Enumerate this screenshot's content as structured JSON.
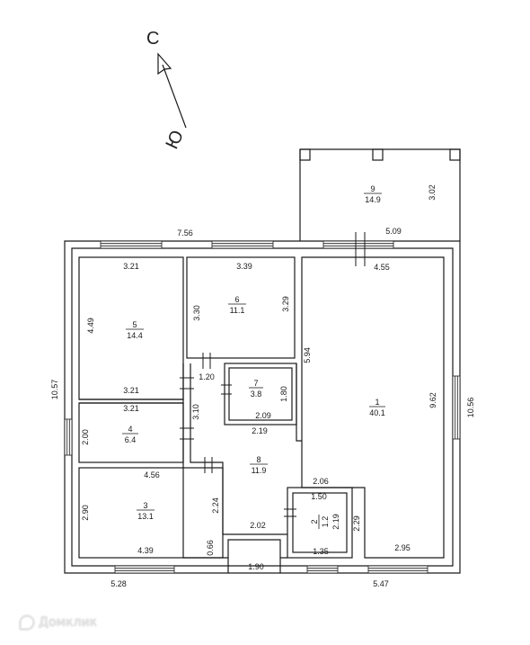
{
  "compass": {
    "north_label": "С",
    "south_label": "Ю"
  },
  "rooms": [
    {
      "id": "room-1",
      "number": "1",
      "area": "40.1"
    },
    {
      "id": "room-2",
      "number": "2",
      "area": "1.2"
    },
    {
      "id": "room-3",
      "number": "3",
      "area": "13.1"
    },
    {
      "id": "room-4",
      "number": "4",
      "area": "6.4"
    },
    {
      "id": "room-5",
      "number": "5",
      "area": "14.4"
    },
    {
      "id": "room-6",
      "number": "6",
      "area": "11.1"
    },
    {
      "id": "room-7",
      "number": "7",
      "area": "3.8"
    },
    {
      "id": "room-8",
      "number": "8",
      "area": "11.9"
    },
    {
      "id": "room-9",
      "number": "9",
      "area": "14.9"
    }
  ],
  "dimensions": [
    "7.56",
    "5.09",
    "3.02",
    "4.55",
    "3.21",
    "3.39",
    "4.49",
    "3.30",
    "3.29",
    "5.94",
    "10.57",
    "1.20",
    "3.21",
    "3.10",
    "1.80",
    "2.09",
    "9.62",
    "10.56",
    "3.21",
    "2.00",
    "2.19",
    "4.56",
    "2.06",
    "1.50",
    "2.90",
    "2.24",
    "2.19",
    "2.29",
    "2.02",
    "4.39",
    "0.66",
    "1.35",
    "2.95",
    "1.90",
    "5.28",
    "5.47"
  ],
  "watermark": {
    "text": "Домклик"
  }
}
